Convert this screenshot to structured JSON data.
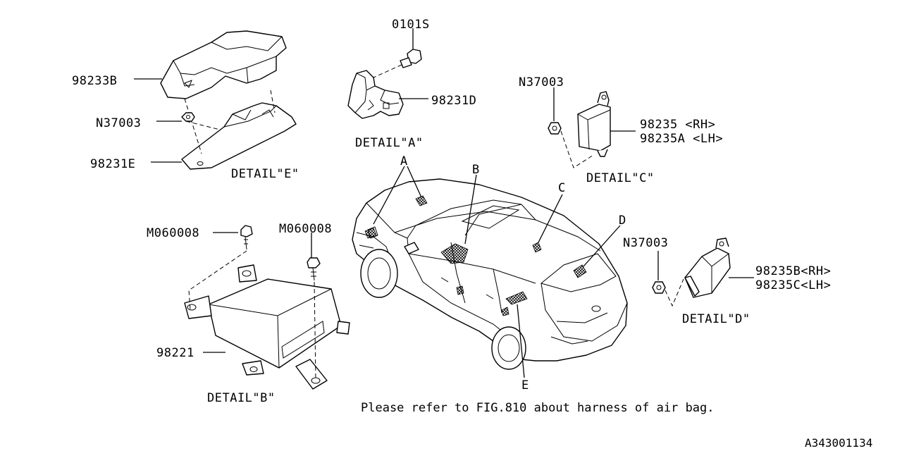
{
  "labels": {
    "p98233B": "98233B",
    "n37003_e": "N37003",
    "p98231E": "98231E",
    "detail_e": "DETAIL\"E\"",
    "p0101S": "0101S",
    "p98231D": "98231D",
    "detail_a": "DETAIL\"A\"",
    "n37003_c": "N37003",
    "p98235": "98235  <RH>",
    "p98235A": "98235A <LH>",
    "detail_c": "DETAIL\"C\"",
    "m060008_1": "M060008",
    "m060008_2": "M060008",
    "p98221": "98221",
    "detail_b": "DETAIL\"B\"",
    "n37003_d": "N37003",
    "p98235B": "98235B<RH>",
    "p98235C": "98235C<LH>",
    "detail_d": "DETAIL\"D\"",
    "call_a": "A",
    "call_b": "B",
    "call_c": "C",
    "call_d": "D",
    "call_e": "E"
  },
  "note": "Please refer to FIG.810 about harness of air bag.",
  "figure_id": "A343001134"
}
